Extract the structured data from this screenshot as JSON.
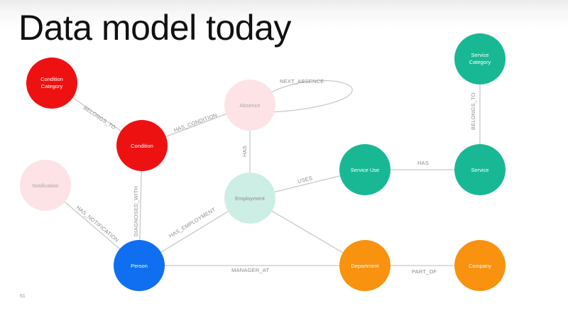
{
  "slide": {
    "title": "Data model today",
    "page_number": "61"
  },
  "colors": {
    "condition": "#ee1111",
    "condition_faded": "#fde3e6",
    "person": "#0f6ff0",
    "employment_faded": "#cdeee5",
    "service": "#19b894",
    "department": "#f8920f"
  },
  "nodes": {
    "condition_category": {
      "label_line1": "Condition",
      "label_line2": "Category"
    },
    "condition": {
      "label": "Condition"
    },
    "absence": {
      "label": "Absence"
    },
    "notification": {
      "label": "Notification"
    },
    "employment": {
      "label": "Employment"
    },
    "person": {
      "label": "Person"
    },
    "service_use": {
      "label": "Service Use"
    },
    "service": {
      "label": "Service"
    },
    "service_category": {
      "label_line1": "Service",
      "label_line2": "Category"
    },
    "department": {
      "label": "Department"
    },
    "company": {
      "label": "Company"
    }
  },
  "edges": {
    "belongs_to_condition": "BELONGS_TO",
    "has_condition": "HAS_CONDITION",
    "next_absence": "NEXT_ABSENCE",
    "has_absence": "HAS",
    "diagnosed_with": "DIAGNOSED_WITH",
    "has_notification": "HAS_NOTIFICATION",
    "has_employment": "HAS_EMPLOYMENT",
    "uses": "USES",
    "has_service": "HAS",
    "belongs_to_service": "BELONGS_TO",
    "manager_at": "MANAGER_AT",
    "part_of": "PART_OF"
  }
}
